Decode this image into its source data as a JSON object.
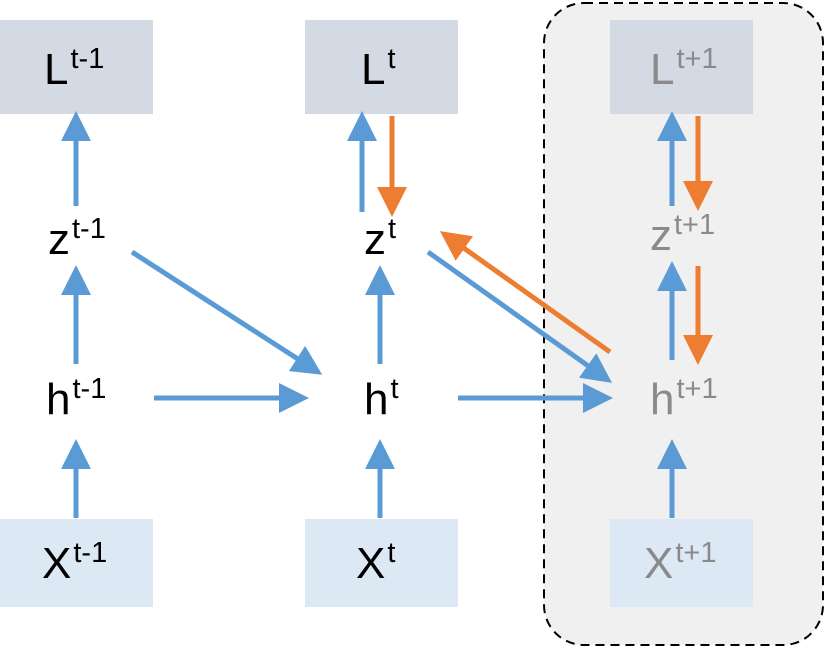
{
  "colors": {
    "forward_arrow": "#5b9bd5",
    "backward_arrow": "#ed7d31",
    "loss_box": "#d3dae4",
    "input_box": "#dde8f5",
    "highlight_region": "#f0f0f0",
    "dashed_border": "#000000",
    "text_active": "#000000",
    "text_future": "#8a8a8a"
  },
  "nodes": {
    "L_prev": {
      "base": "L",
      "sup": "t-1"
    },
    "L_cur": {
      "base": "L",
      "sup": "t"
    },
    "L_next": {
      "base": "L",
      "sup": "t+1"
    },
    "z_prev": {
      "base": "z",
      "sup": "t-1"
    },
    "z_cur": {
      "base": "z",
      "sup": "t"
    },
    "z_next": {
      "base": "z",
      "sup": "t+1"
    },
    "h_prev": {
      "base": "h",
      "sup": "t-1"
    },
    "h_cur": {
      "base": "h",
      "sup": "t"
    },
    "h_next": {
      "base": "h",
      "sup": "t+1"
    },
    "X_prev": {
      "base": "X",
      "sup": "t-1"
    },
    "X_cur": {
      "base": "X",
      "sup": "t"
    },
    "X_next": {
      "base": "X",
      "sup": "t+1"
    }
  }
}
